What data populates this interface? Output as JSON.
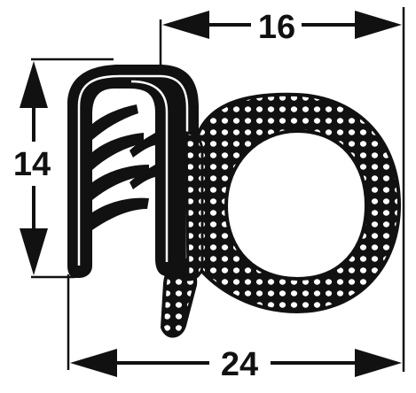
{
  "dimensions": {
    "width_label": "16",
    "height_label": "14",
    "total_width_label": "24"
  },
  "colors": {
    "ink": "#111111",
    "paper": "#ffffff"
  }
}
